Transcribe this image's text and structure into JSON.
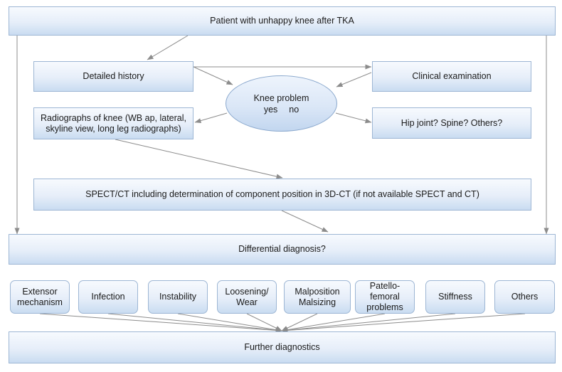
{
  "top": "Patient with unhappy knee after TKA",
  "history": "Detailed history",
  "clinical": "Clinical examination",
  "knee_problem": {
    "title": "Knee problem",
    "yes": "yes",
    "no": "no"
  },
  "radiographs": [
    "Radiographs of knee (WB ap, lateral,",
    "skyline view, long leg radiographs)"
  ],
  "hip": "Hip joint? Spine? Others?",
  "spect": "SPECT/CT including determination of component position in 3D-CT (if not available SPECT and CT)",
  "differential": "Differential diagnosis?",
  "diagnoses": [
    {
      "l1": "Extensor",
      "l2": "mechanism",
      "l3": ""
    },
    {
      "l1": "Infection",
      "l2": "",
      "l3": ""
    },
    {
      "l1": "Instability",
      "l2": "",
      "l3": ""
    },
    {
      "l1": "Loosening/",
      "l2": "Wear",
      "l3": ""
    },
    {
      "l1": "Malposition",
      "l2": "Malsizing",
      "l3": ""
    },
    {
      "l1": "Patello-",
      "l2": "femoral",
      "l3": "problems"
    },
    {
      "l1": "Stiffness",
      "l2": "",
      "l3": ""
    },
    {
      "l1": "Others",
      "l2": "",
      "l3": ""
    }
  ],
  "further": "Further diagnostics",
  "colors": {
    "box_border": "#9db6d4",
    "box_fill_bottom": "#c9dcf1",
    "arrow": "#8c8c8c"
  }
}
